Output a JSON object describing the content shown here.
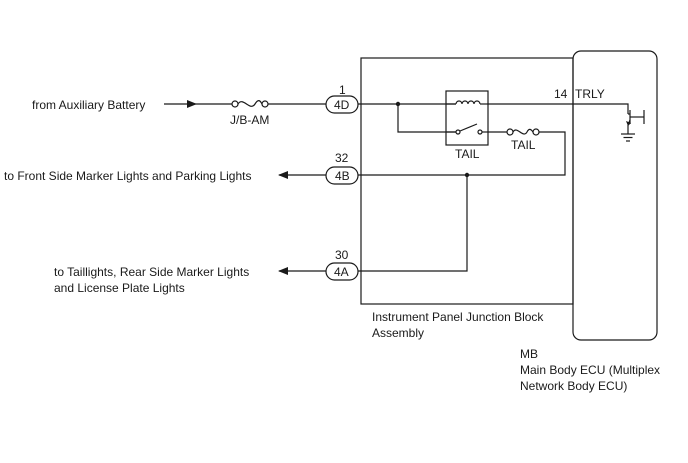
{
  "diagram": {
    "inputs": {
      "aux_battery": "from Auxiliary Battery",
      "front_markers": "to Front Side Marker Lights and Parking Lights",
      "taillights_line1": "to Taillights, Rear Side Marker Lights",
      "taillights_line2": "and License Plate Lights"
    },
    "fuse_jb_am": "J/B-AM",
    "connectors": [
      {
        "pin": "1",
        "label": "4D"
      },
      {
        "pin": "32",
        "label": "4B"
      },
      {
        "pin": "30",
        "label": "4A"
      }
    ],
    "relay_label": "TAIL",
    "fuse_tail_label": "TAIL",
    "trly_pin": "14",
    "trly_label": "TRLY",
    "jb_label_line1": "Instrument Panel Junction Block",
    "jb_label_line2": "Assembly",
    "ecu_code": "MB",
    "ecu_line1": "Main Body ECU (Multiplex",
    "ecu_line2": "Network Body ECU)"
  }
}
